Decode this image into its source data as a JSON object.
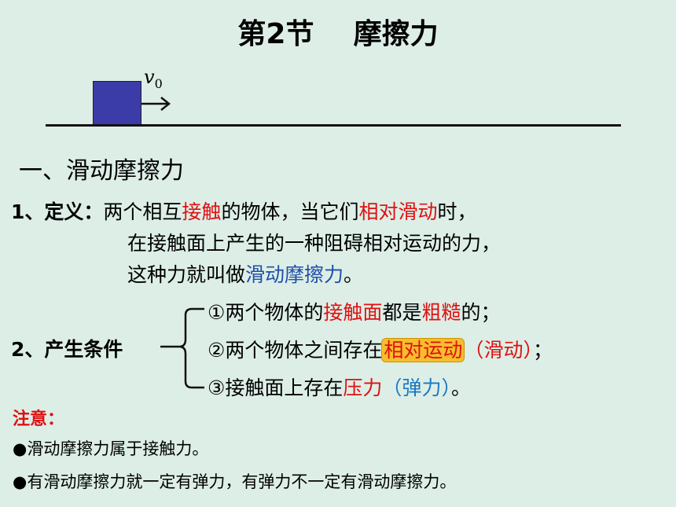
{
  "slide": {
    "title": "第2节    摩擦力",
    "velocity_symbol": "v",
    "velocity_subscript": "0",
    "section_heading": "一、滑动摩擦力",
    "definition": {
      "label": "1、定义：",
      "line1": [
        "两个相互",
        "接触",
        "的物体，当它们",
        "相对滑动",
        "时，"
      ],
      "line2": "在接触面上产生的一种阻碍相对运动的力，",
      "line3": [
        "这种力就叫做",
        "滑动摩擦力",
        "。"
      ]
    },
    "conditions": {
      "label": "2、产生条件",
      "item1": [
        "①两个物体的",
        "接触面",
        "都是",
        "粗糙",
        "的；"
      ],
      "item2": [
        "②两个物体之间存在",
        "相对运动",
        "（滑动）",
        "；"
      ],
      "item3": [
        "③接触面上存在",
        "压力",
        "（弹力）",
        "。"
      ]
    },
    "note": {
      "label": "注意：",
      "bullets": [
        "●滑动摩擦力属于接触力。",
        "●有滑动摩擦力就一定有弹力，有弹力不一定有滑动摩擦力。"
      ]
    },
    "colors": {
      "background": "#ddeee7",
      "emphasis_red": "#e01010",
      "term_blue": "#1f4fa8",
      "paren_blue": "#1a78c2",
      "highlight": "#f7bd2d",
      "block": "#3c3ca8"
    }
  }
}
